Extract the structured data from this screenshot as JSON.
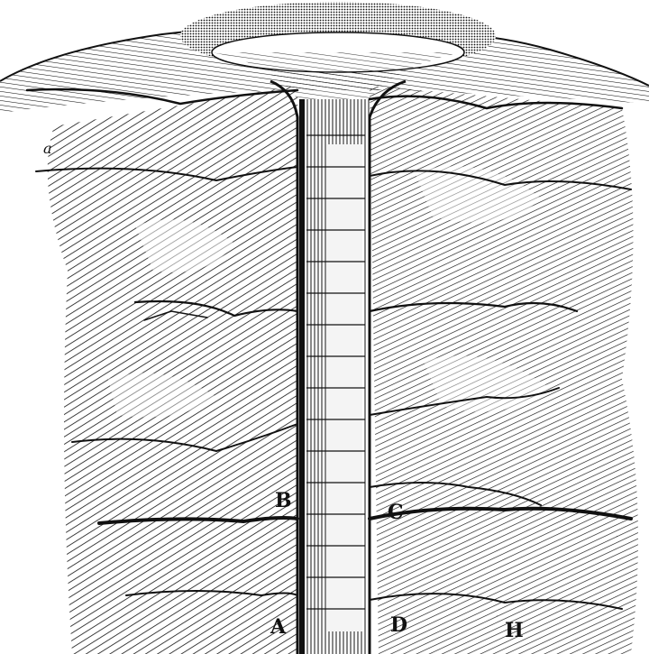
{
  "figure": {
    "labels": {
      "a": "a",
      "B": "B",
      "C": "C",
      "A": "A",
      "D": "D",
      "H": "H"
    },
    "colors": {
      "ink": "#111111",
      "paper": "#ffffff",
      "shaft_light": "#f4f4f4"
    }
  }
}
